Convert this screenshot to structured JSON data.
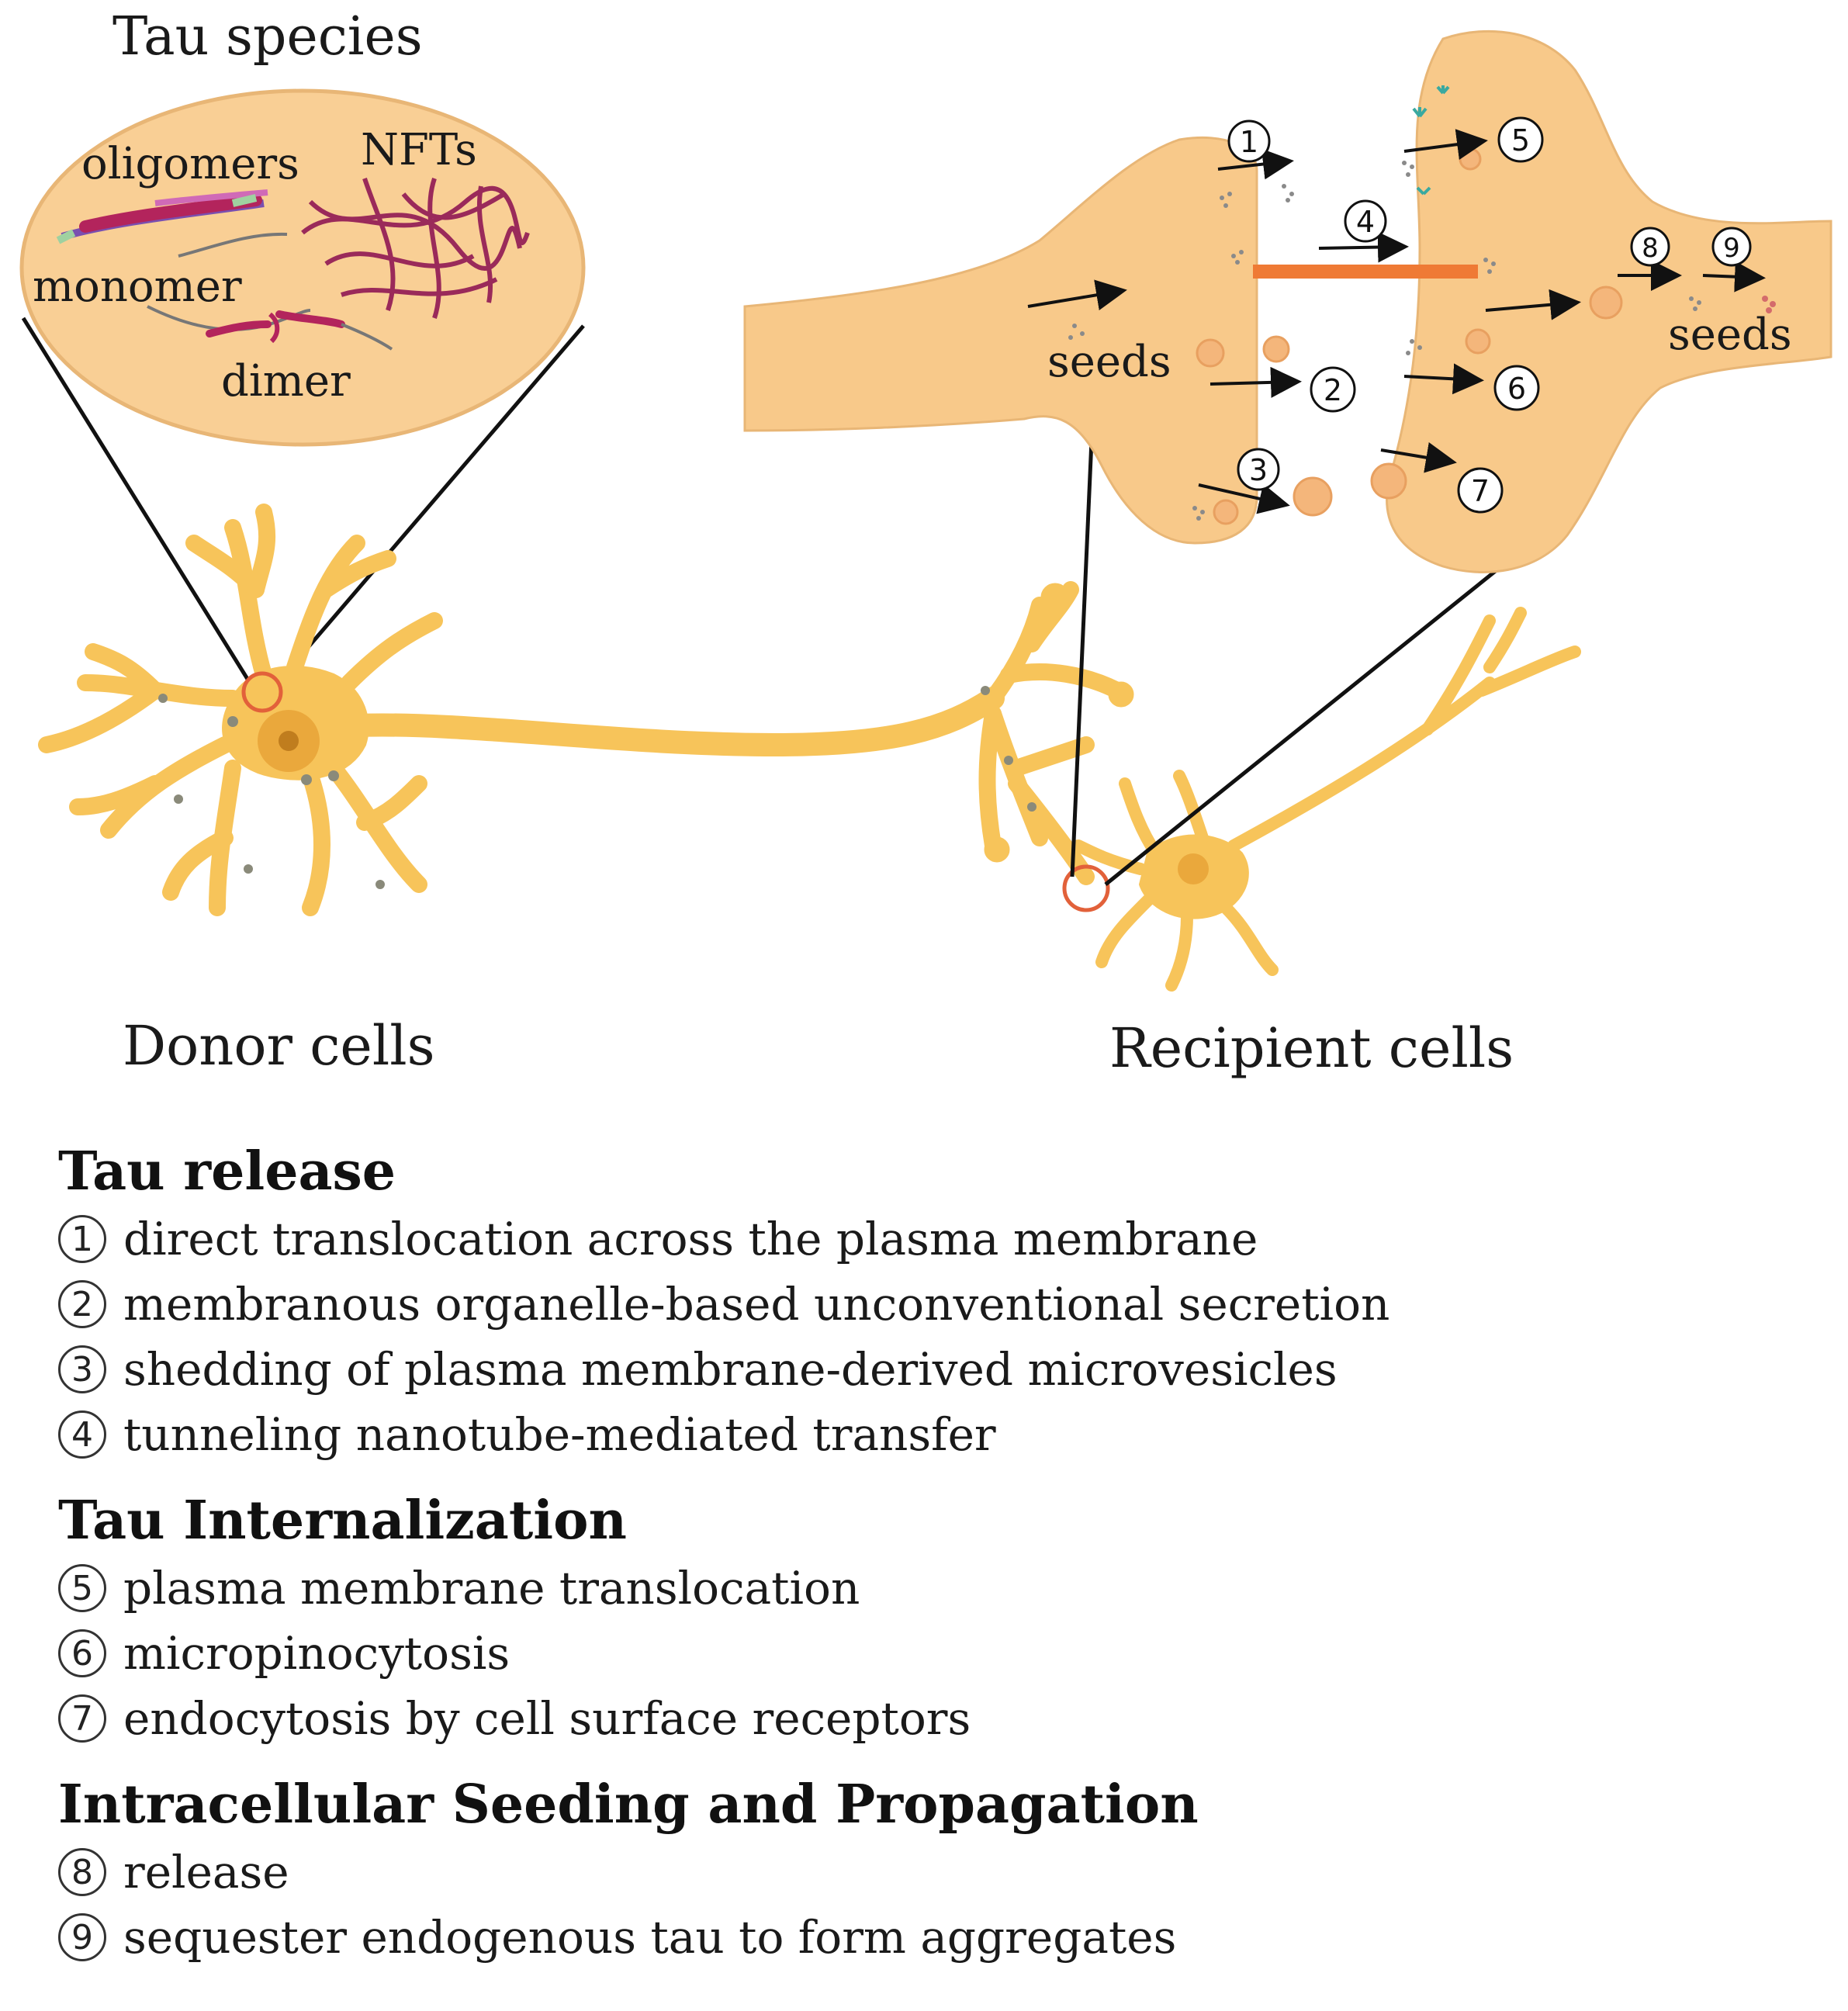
{
  "labels": {
    "tau_species": "Tau species",
    "oligomers": "oligomers",
    "nfts": "NFTs",
    "monomer": "monomer",
    "dimer": "dimer",
    "seeds_left": "seeds",
    "seeds_right": "seeds",
    "donor": "Donor cells",
    "recipient": "Recipient cells"
  },
  "markers": [
    "1",
    "2",
    "3",
    "4",
    "5",
    "6",
    "7",
    "8",
    "9"
  ],
  "legend": [
    {
      "title": "Tau release",
      "items": [
        {
          "num": "1",
          "text": "direct translocation across the plasma membrane"
        },
        {
          "num": "2",
          "text": "membranous organelle-based unconventional secretion"
        },
        {
          "num": "3",
          "text": "shedding of plasma membrane-derived microvesicles"
        },
        {
          "num": "4",
          "text": "tunneling nanotube-mediated transfer"
        }
      ]
    },
    {
      "title": "Tau Internalization",
      "items": [
        {
          "num": "5",
          "text": "plasma membrane translocation"
        },
        {
          "num": "6",
          "text": "micropinocytosis"
        },
        {
          "num": "7",
          "text": "endocytosis by cell surface receptors"
        }
      ]
    },
    {
      "title": "Intracellular Seeding and Propagation",
      "items": [
        {
          "num": "8",
          "text": "release"
        },
        {
          "num": "9",
          "text": "sequester endogenous tau to form aggregates"
        }
      ]
    }
  ],
  "colors": {
    "neuron": "#f7c45a",
    "synapse": "#f8c98a",
    "ellipse": "#f9cf95",
    "nanotube": "#ef7a35",
    "oligomer": "#b3245c",
    "highlight": "#e2613a"
  }
}
